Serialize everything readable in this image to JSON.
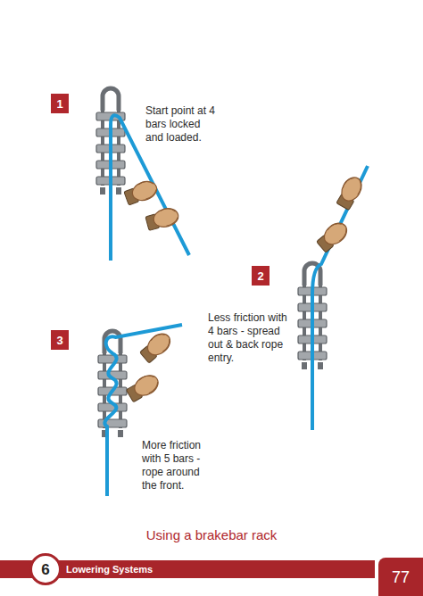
{
  "diagram": {
    "title": "Using a brakebar rack",
    "nodes": [
      {
        "text": [
          "1"
        ]
      },
      {
        "text": [
          "2"
        ]
      },
      {
        "text": [
          "3"
        ]
      },
      {
        "text": [
          "Lowering Systems"
        ]
      },
      {
        "text": [
          "6"
        ],
        "in": 3
      },
      {
        "text": [
          "77"
        ]
      }
    ],
    "labels": [
      "Start point at 4 bars locked and loaded.",
      "Less friction with 4 bars - spread out & back rope entry.",
      "More friction with 5 bars - rope around the front."
    ]
  }
}
